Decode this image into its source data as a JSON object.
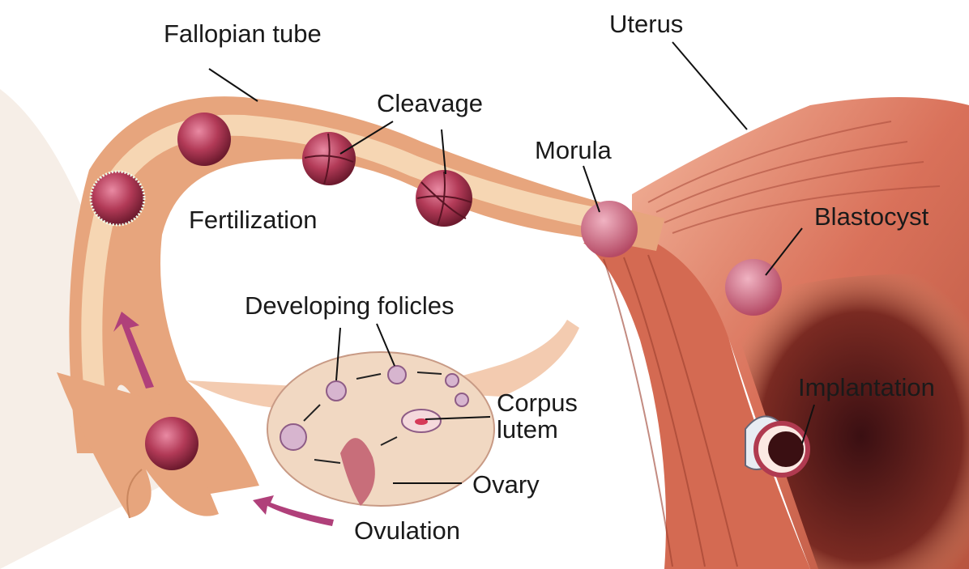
{
  "labels": {
    "fallopian_tube": "Fallopian tube",
    "uterus": "Uterus",
    "cleavage": "Cleavage",
    "morula": "Morula",
    "fertilization": "Fertilization",
    "blastocyst": "Blastocyst",
    "developing_folicles": "Developing folicles",
    "corpus_line1": "Corpus",
    "corpus_line2": "lutem",
    "implantation": "Implantation",
    "ovary": "Ovary",
    "ovulation": "Ovulation"
  },
  "colors": {
    "tube_outer": "#e7a57d",
    "tube_inner": "#f6d6b3",
    "uterus_muscle": "#d9715a",
    "embryo": "#a8334f",
    "arrow": "#b0407a",
    "ovary": "#f1d8c2",
    "dark_shadow": "#3a0f12"
  }
}
